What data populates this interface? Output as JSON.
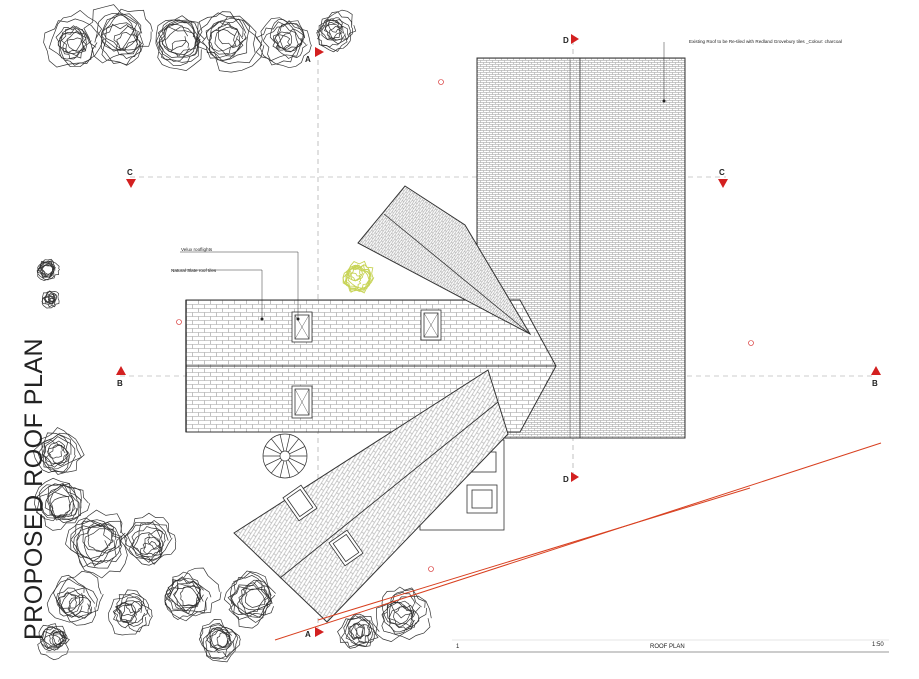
{
  "sheet": {
    "vertical_title": "PROPOSED ROOF PLAN",
    "title_block": {
      "number": "1",
      "title": "ROOF PLAN",
      "scale": "1:50"
    }
  },
  "section_markers": {
    "a": "A",
    "b": "B",
    "c": "C",
    "d": "D"
  },
  "annotations": {
    "existing_roof": "Existing Roof to be Re-tiled  with Redland Grovebury tiles _Colour: charcoal",
    "rooflights": "Velux rooflights",
    "slate_tiles": "Natural Slate roof tiles"
  },
  "colors": {
    "linework": "#333333",
    "marker": "#d32020",
    "site_line": "#d84020",
    "tree": "#c8d458"
  }
}
